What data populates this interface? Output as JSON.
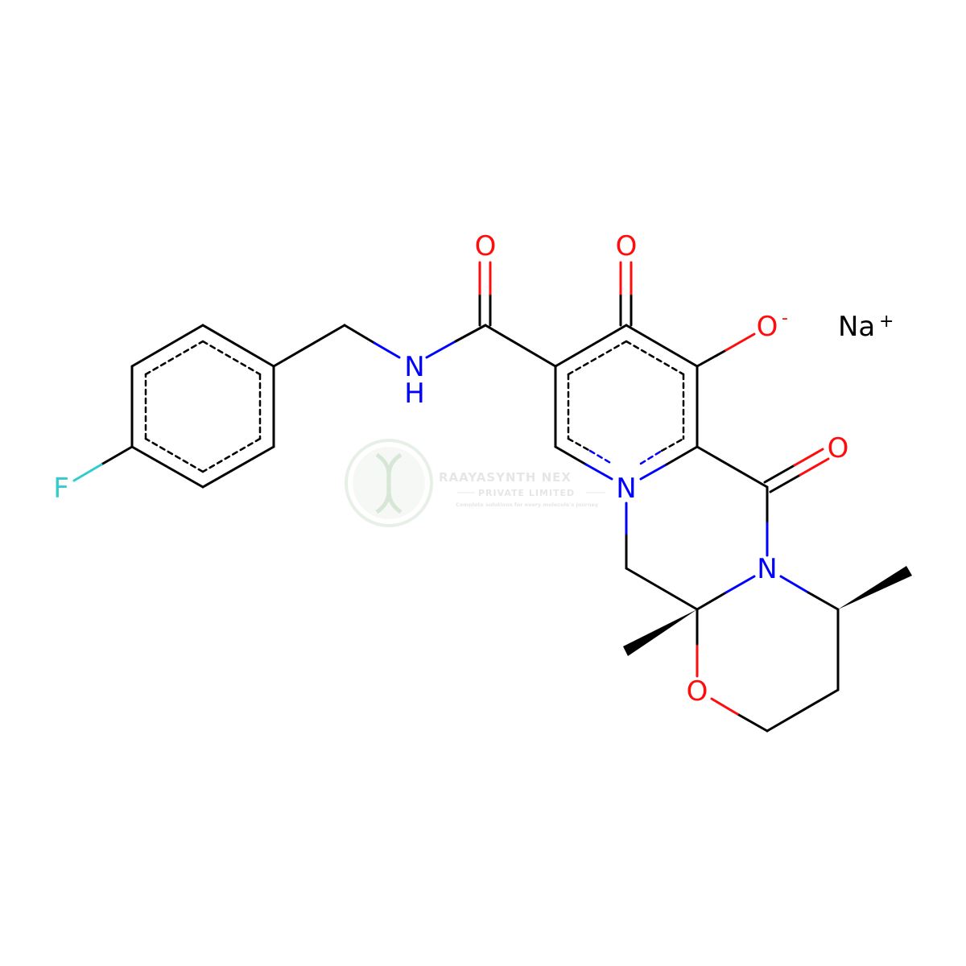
{
  "atoms": {
    "o_amide": "O",
    "o_ketone": "O",
    "o_anion": "O",
    "o_anion_charge": "-",
    "o_lactam": "O",
    "n_amide": "N",
    "n_amide_h": "H",
    "n_ring": "N",
    "n_lactam": "N",
    "o_ether": "O",
    "fluorine": "F",
    "sodium": "Na",
    "sodium_charge": "+"
  },
  "watermark": {
    "company": "RAAYASYNTH NEX",
    "subtitle": "PRIVATE LIMITED",
    "tagline": "Complete solutions for every molecule's journey"
  },
  "colors": {
    "bond": "#000000",
    "oxygen": "#ff0d0d",
    "nitrogen": "#0000ff",
    "fluorine": "#33cccc",
    "watermark": "#c8dcc8"
  }
}
